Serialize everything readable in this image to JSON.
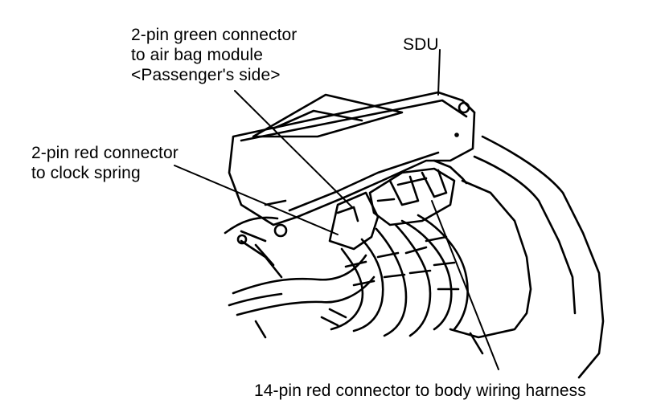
{
  "diagram": {
    "callouts": {
      "green_connector": {
        "lines": [
          "2-pin green connector",
          "to air bag module",
          "<Passenger's side>"
        ]
      },
      "sdu": {
        "text": "SDU"
      },
      "red_connector": {
        "lines": [
          "2-pin red connector",
          "to clock spring"
        ]
      },
      "harness_connector": {
        "text": "14-pin red connector to body wiring harness"
      }
    }
  }
}
